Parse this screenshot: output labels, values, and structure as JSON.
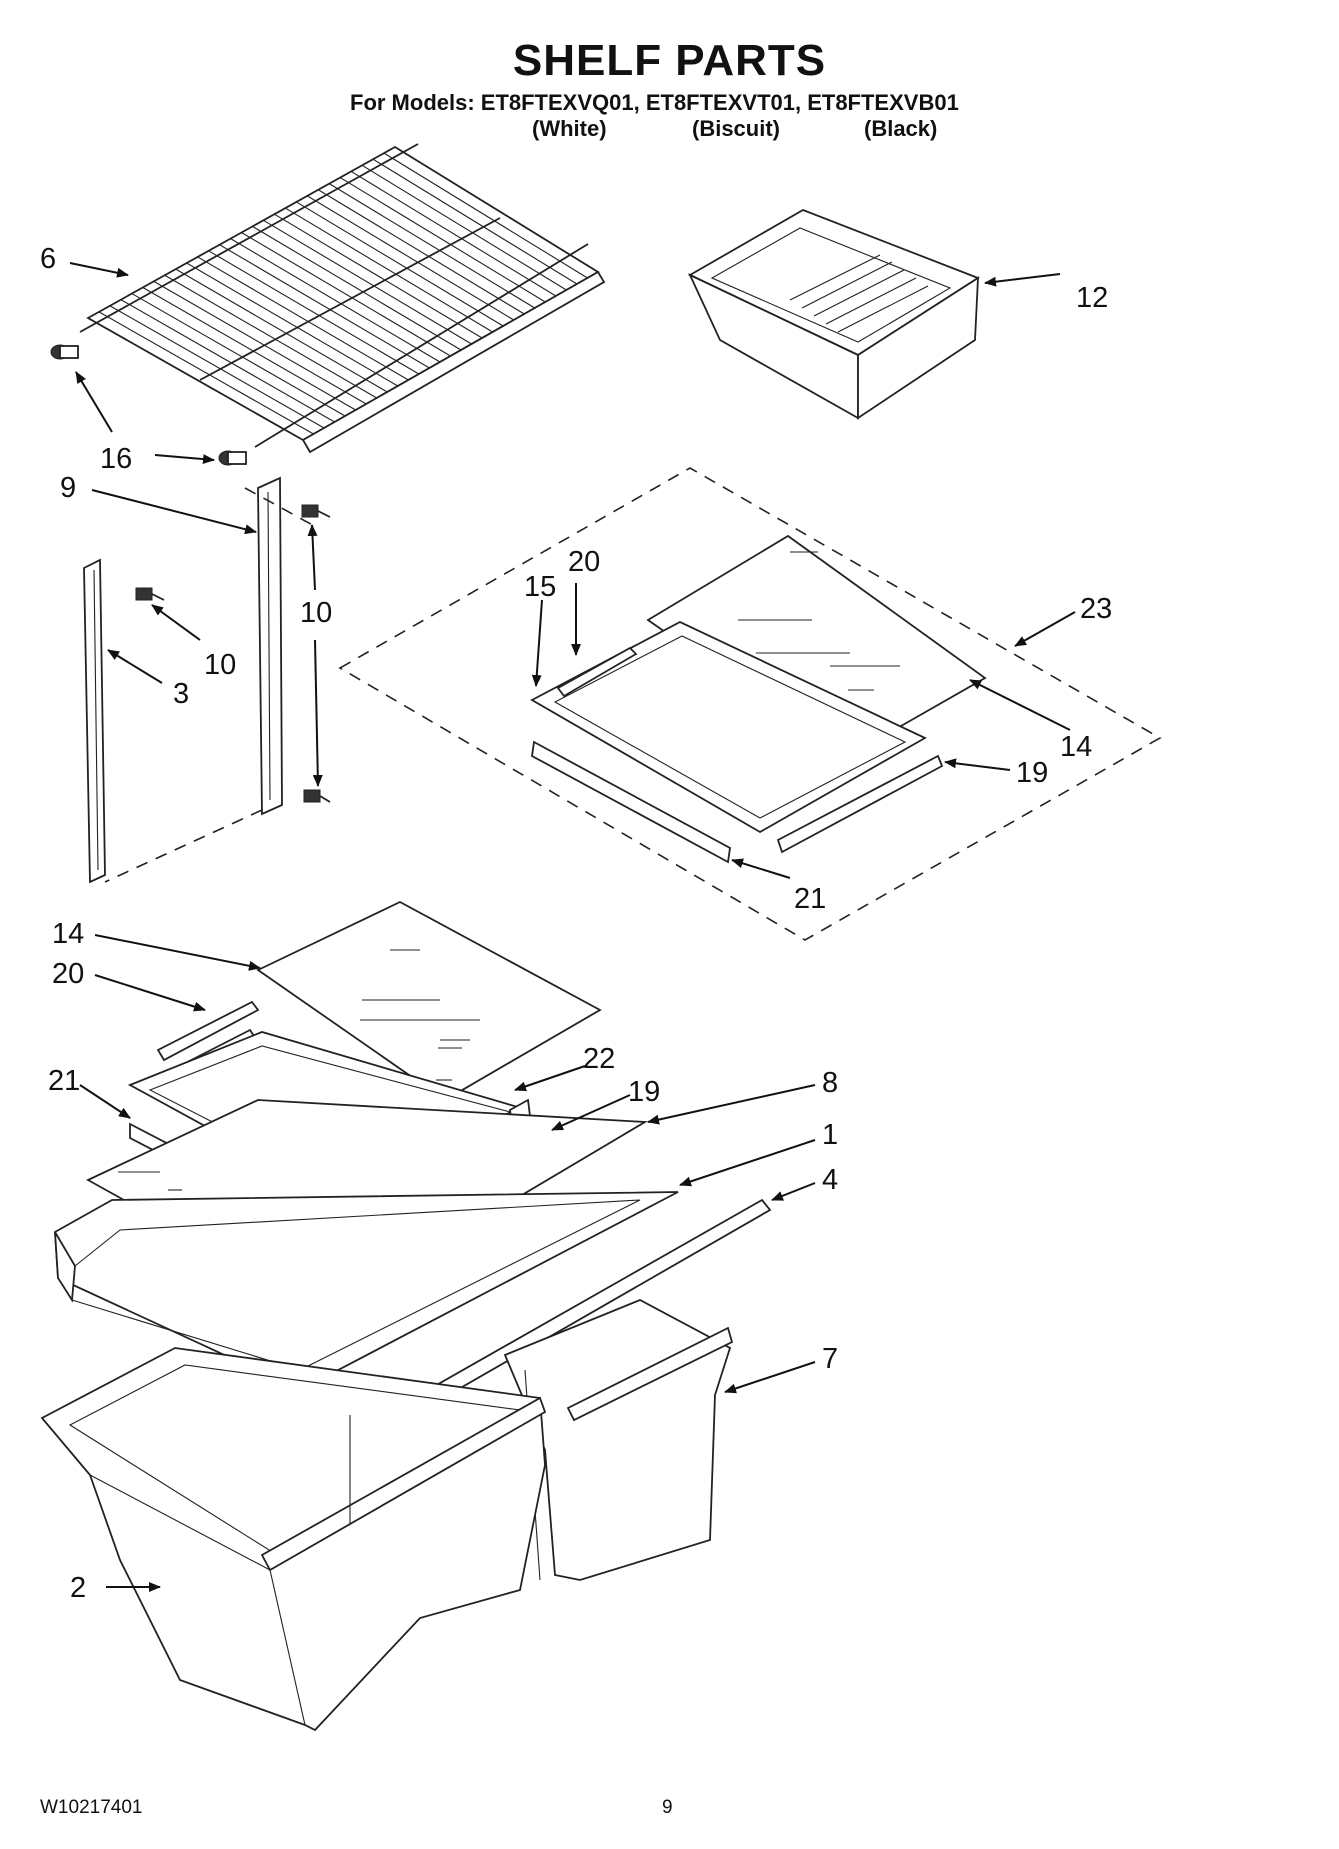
{
  "title": "SHELF PARTS",
  "models_line": "For Models: ET8FTEXVQ01, ET8FTEXVT01, ET8FTEXVB01",
  "colors": [
    "(White)",
    "(Biscuit)",
    "(Black)"
  ],
  "callouts": {
    "c6": "6",
    "c16": "16",
    "c12": "12",
    "c9": "9",
    "c10a": "10",
    "c10b": "10",
    "c3": "3",
    "c15": "15",
    "c20a": "20",
    "c23": "23",
    "c14a": "14",
    "c19a": "19",
    "c21a": "21",
    "c14b": "14",
    "c20b": "20",
    "c21b": "21",
    "c22": "22",
    "c19b": "19",
    "c8": "8",
    "c1": "1",
    "c4": "4",
    "c7": "7",
    "c2": "2"
  },
  "footer": {
    "doc_number": "W10217401",
    "page_number": "9"
  }
}
